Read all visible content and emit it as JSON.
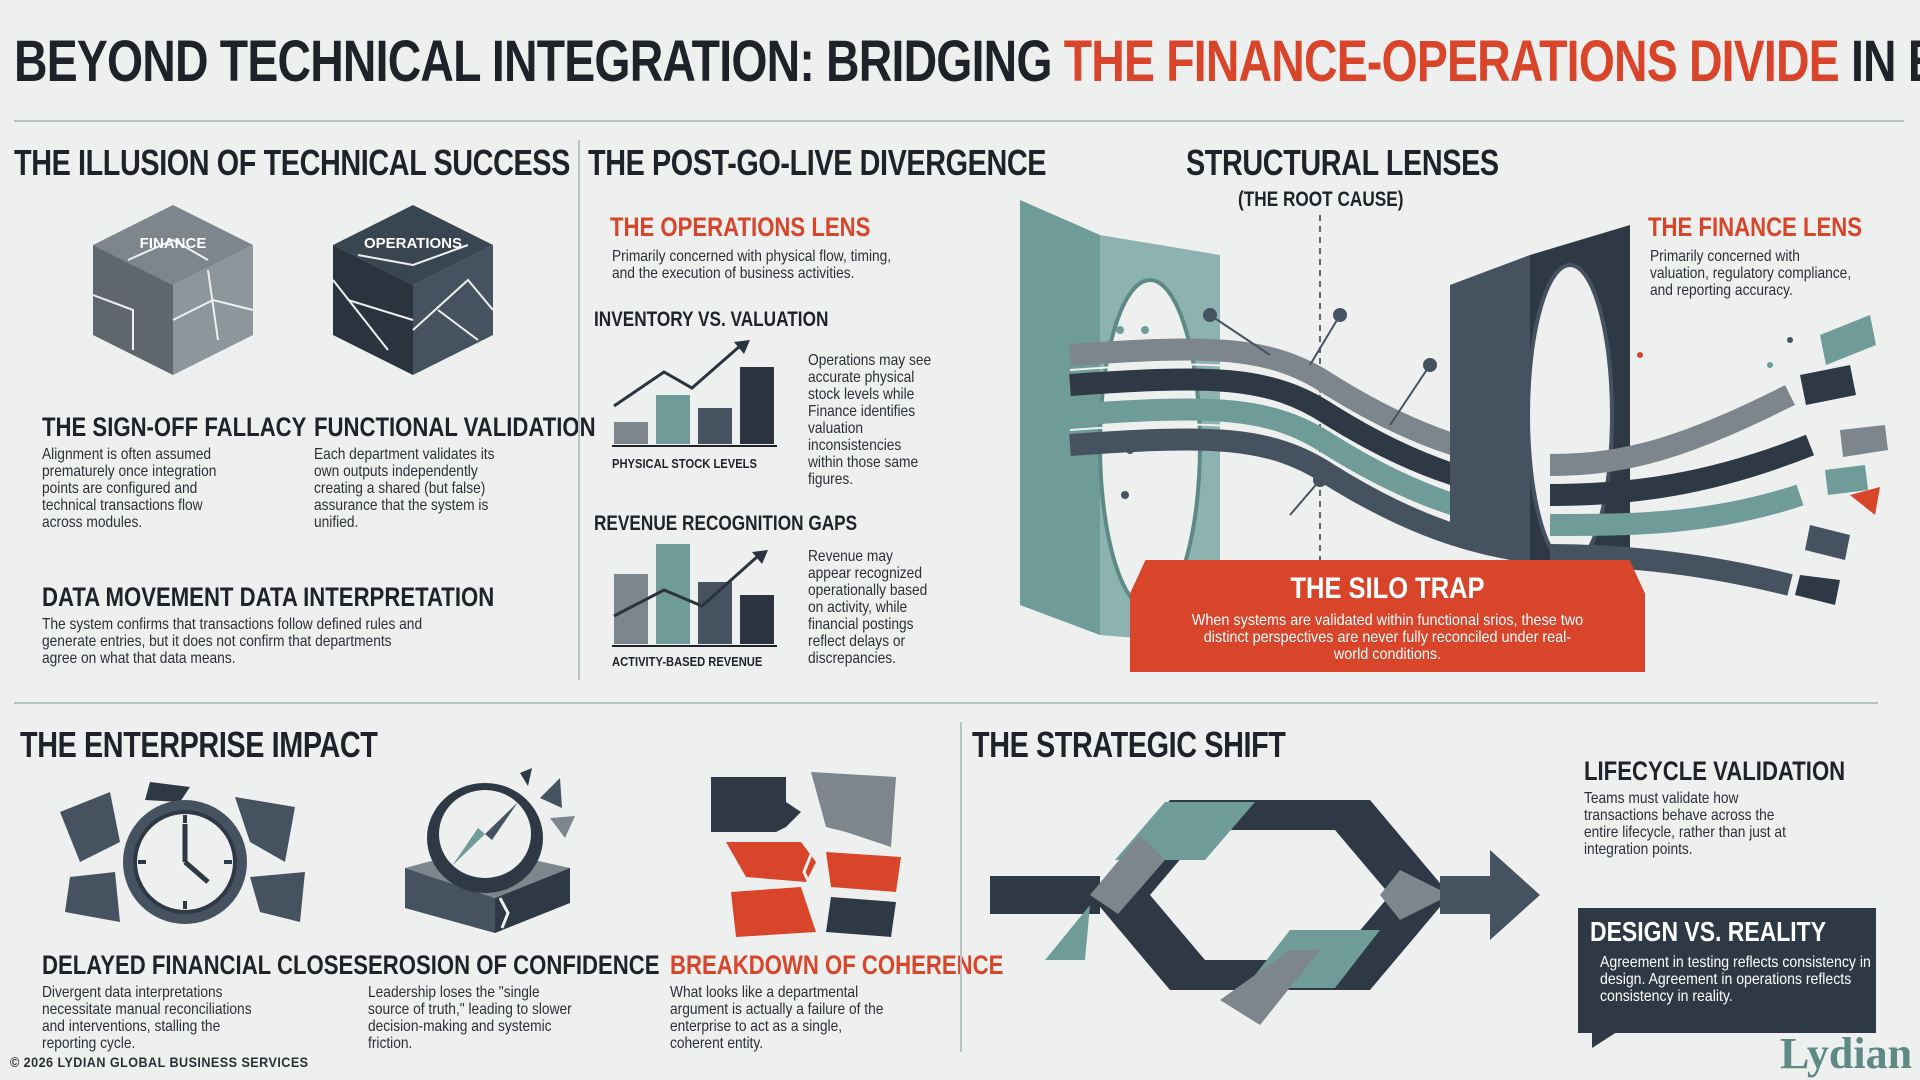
{
  "title": {
    "part1": "BEYOND TECHNICAL INTEGRATION: BRIDGING ",
    "highlight": "THE FINANCE-OPERATIONS DIVIDE",
    "part2": " IN ERP"
  },
  "illusion": {
    "heading": "THE ILLUSION OF TECHNICAL SUCCESS",
    "cube_finance": "FINANCE",
    "cube_operations": "OPERATIONS",
    "signoff_heading": "THE SIGN-OFF FALLACY",
    "signoff_text": "Alignment is often assumed prematurely once integration points are configured and technical transactions flow across modules.",
    "functional_heading": "FUNCTIONAL VALIDATION",
    "functional_text": "Each department validates its own outputs independently creating a shared (but false) assurance that the system is unified.",
    "data_heading": "DATA MOVEMENT DATA INTERPRETATION",
    "data_text": "The system confirms that transactions follow defined rules and generate entries, but it does not confirm that departments agree on what that data means."
  },
  "divergence": {
    "heading": "THE POST-GO-LIVE DIVERGENCE",
    "ops_lens_heading": "THE OPERATIONS LENS",
    "ops_lens_text": "Primarily concerned with physical flow, timing, and the execution of business activities.",
    "inventory_heading": "INVENTORY VS. VALUATION",
    "inventory_caption": "PHYSICAL STOCK LEVELS",
    "inventory_text": "Operations may see accurate physical stock levels while Finance identifies valuation inconsistencies within those same figures.",
    "revenue_heading": "REVENUE RECOGNITION GAPS",
    "revenue_caption": "ACTIVITY-BASED REVENUE",
    "revenue_text": "Revenue may appear recognized operationally based on activity, while financial postings reflect delays or discrepancies."
  },
  "lenses": {
    "heading": "STRUCTURAL LENSES",
    "subheading": "(THE ROOT CAUSE)",
    "finance_heading": "THE FINANCE LENS",
    "finance_text": "Primarily concerned with valuation, regulatory compliance, and reporting accuracy.",
    "silo_heading": "THE SILO TRAP",
    "silo_text": "When systems are validated within functional srios, these two distinct perspectives are never fully reconciled under real-world conditions."
  },
  "impact": {
    "heading": "THE ENTERPRISE IMPACT",
    "closes_heading": "DELAYED FINANCIAL CLOSES",
    "closes_text": "Divergent data interpretations necessitate manual reconciliations and interventions, stalling the reporting cycle.",
    "confidence_heading": "EROSION OF CONFIDENCE",
    "confidence_text": "Leadership loses the \"single source of truth,\" leading to slower decision-making and systemic friction.",
    "coherence_heading": "BREAKDOWN OF COHERENCE",
    "coherence_text": "What looks like a departmental argument is actually a failure of the enterprise to act as a single, coherent entity."
  },
  "shift": {
    "heading": "THE STRATEGIC SHIFT",
    "lifecycle_heading": "LIFECYCLE VALIDATION",
    "lifecycle_text": "Teams must validate how transactions behave across the entire lifecycle, rather than just at integration points.",
    "design_heading": "DESIGN VS. REALITY",
    "design_text": "Agreement in testing reflects consistency in design. Agreement in operations reflects consistency in reality."
  },
  "footer": "© 2026 LYDIAN GLOBAL BUSINESS SERVICES",
  "logo": "Lydian",
  "colors": {
    "accent": "#d9452b",
    "navy": "#2e3945",
    "teal": "#6f9b98",
    "gray": "#7d868c",
    "background": "#eef0ef"
  }
}
